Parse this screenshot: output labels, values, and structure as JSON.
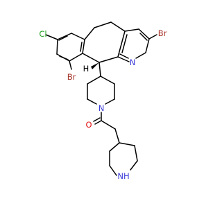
{
  "molecule": {
    "atoms": {
      "cl": "Cl",
      "br_top": "Br",
      "br_left": "Br",
      "n_pyridine": "N",
      "h_stereo": "H",
      "n_piperidine": "N",
      "o_carbonyl": "O",
      "nh": "NH"
    },
    "colors": {
      "carbon_bond": "#000000",
      "chlorine": "#1fa01f",
      "bromine": "#a5342a",
      "nitrogen": "#3a3ad8",
      "oxygen": "#e01010",
      "hydrogen": "#000000"
    }
  }
}
